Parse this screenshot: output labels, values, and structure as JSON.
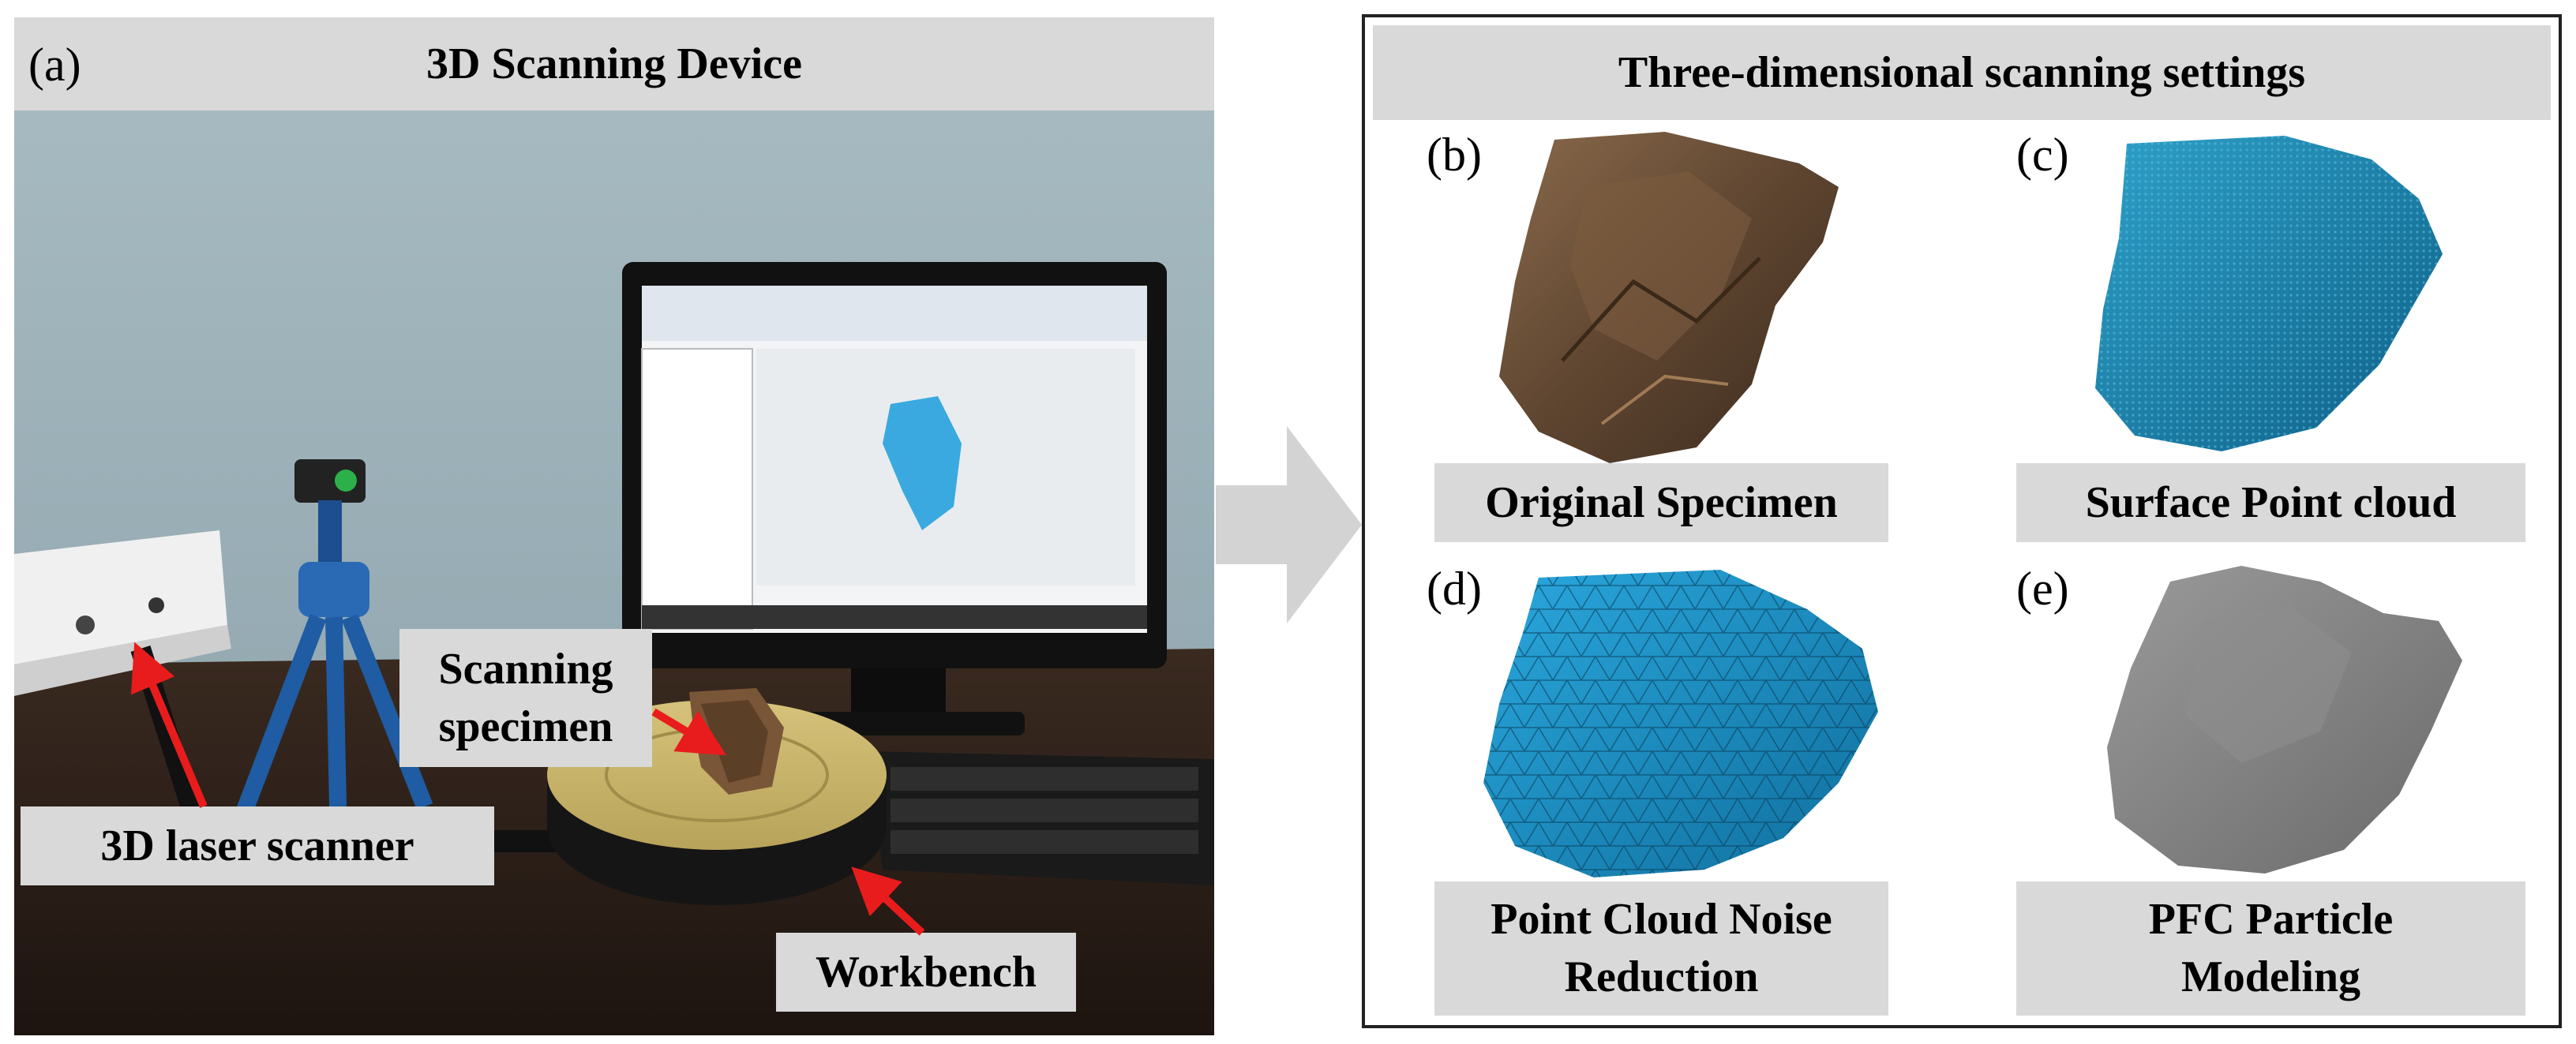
{
  "left_panel": {
    "tag": "(a)",
    "title": "3D Scanning Device",
    "callouts": {
      "scanner": "3D laser scanner",
      "specimen_line1": "Scanning",
      "specimen_line2": "specimen",
      "workbench": "Workbench"
    }
  },
  "right_panel": {
    "title": "Three-dimensional scanning settings",
    "panels": [
      {
        "tag": "(b)",
        "label": "Original Specimen"
      },
      {
        "tag": "(c)",
        "label": "Surface Point cloud"
      },
      {
        "tag": "(d)",
        "label_line1": "Point Cloud Noise",
        "label_line2": "Reduction"
      },
      {
        "tag": "(e)",
        "label_line1": "PFC Particle",
        "label_line2": "Modeling"
      }
    ]
  },
  "colors": {
    "label_bg": "#d9d9d9",
    "arrow_red": "#e81c1c",
    "mesh_blue": "#1b8fc4",
    "pfc_gray": "#808080",
    "rock_brown": "#6b4a30"
  }
}
